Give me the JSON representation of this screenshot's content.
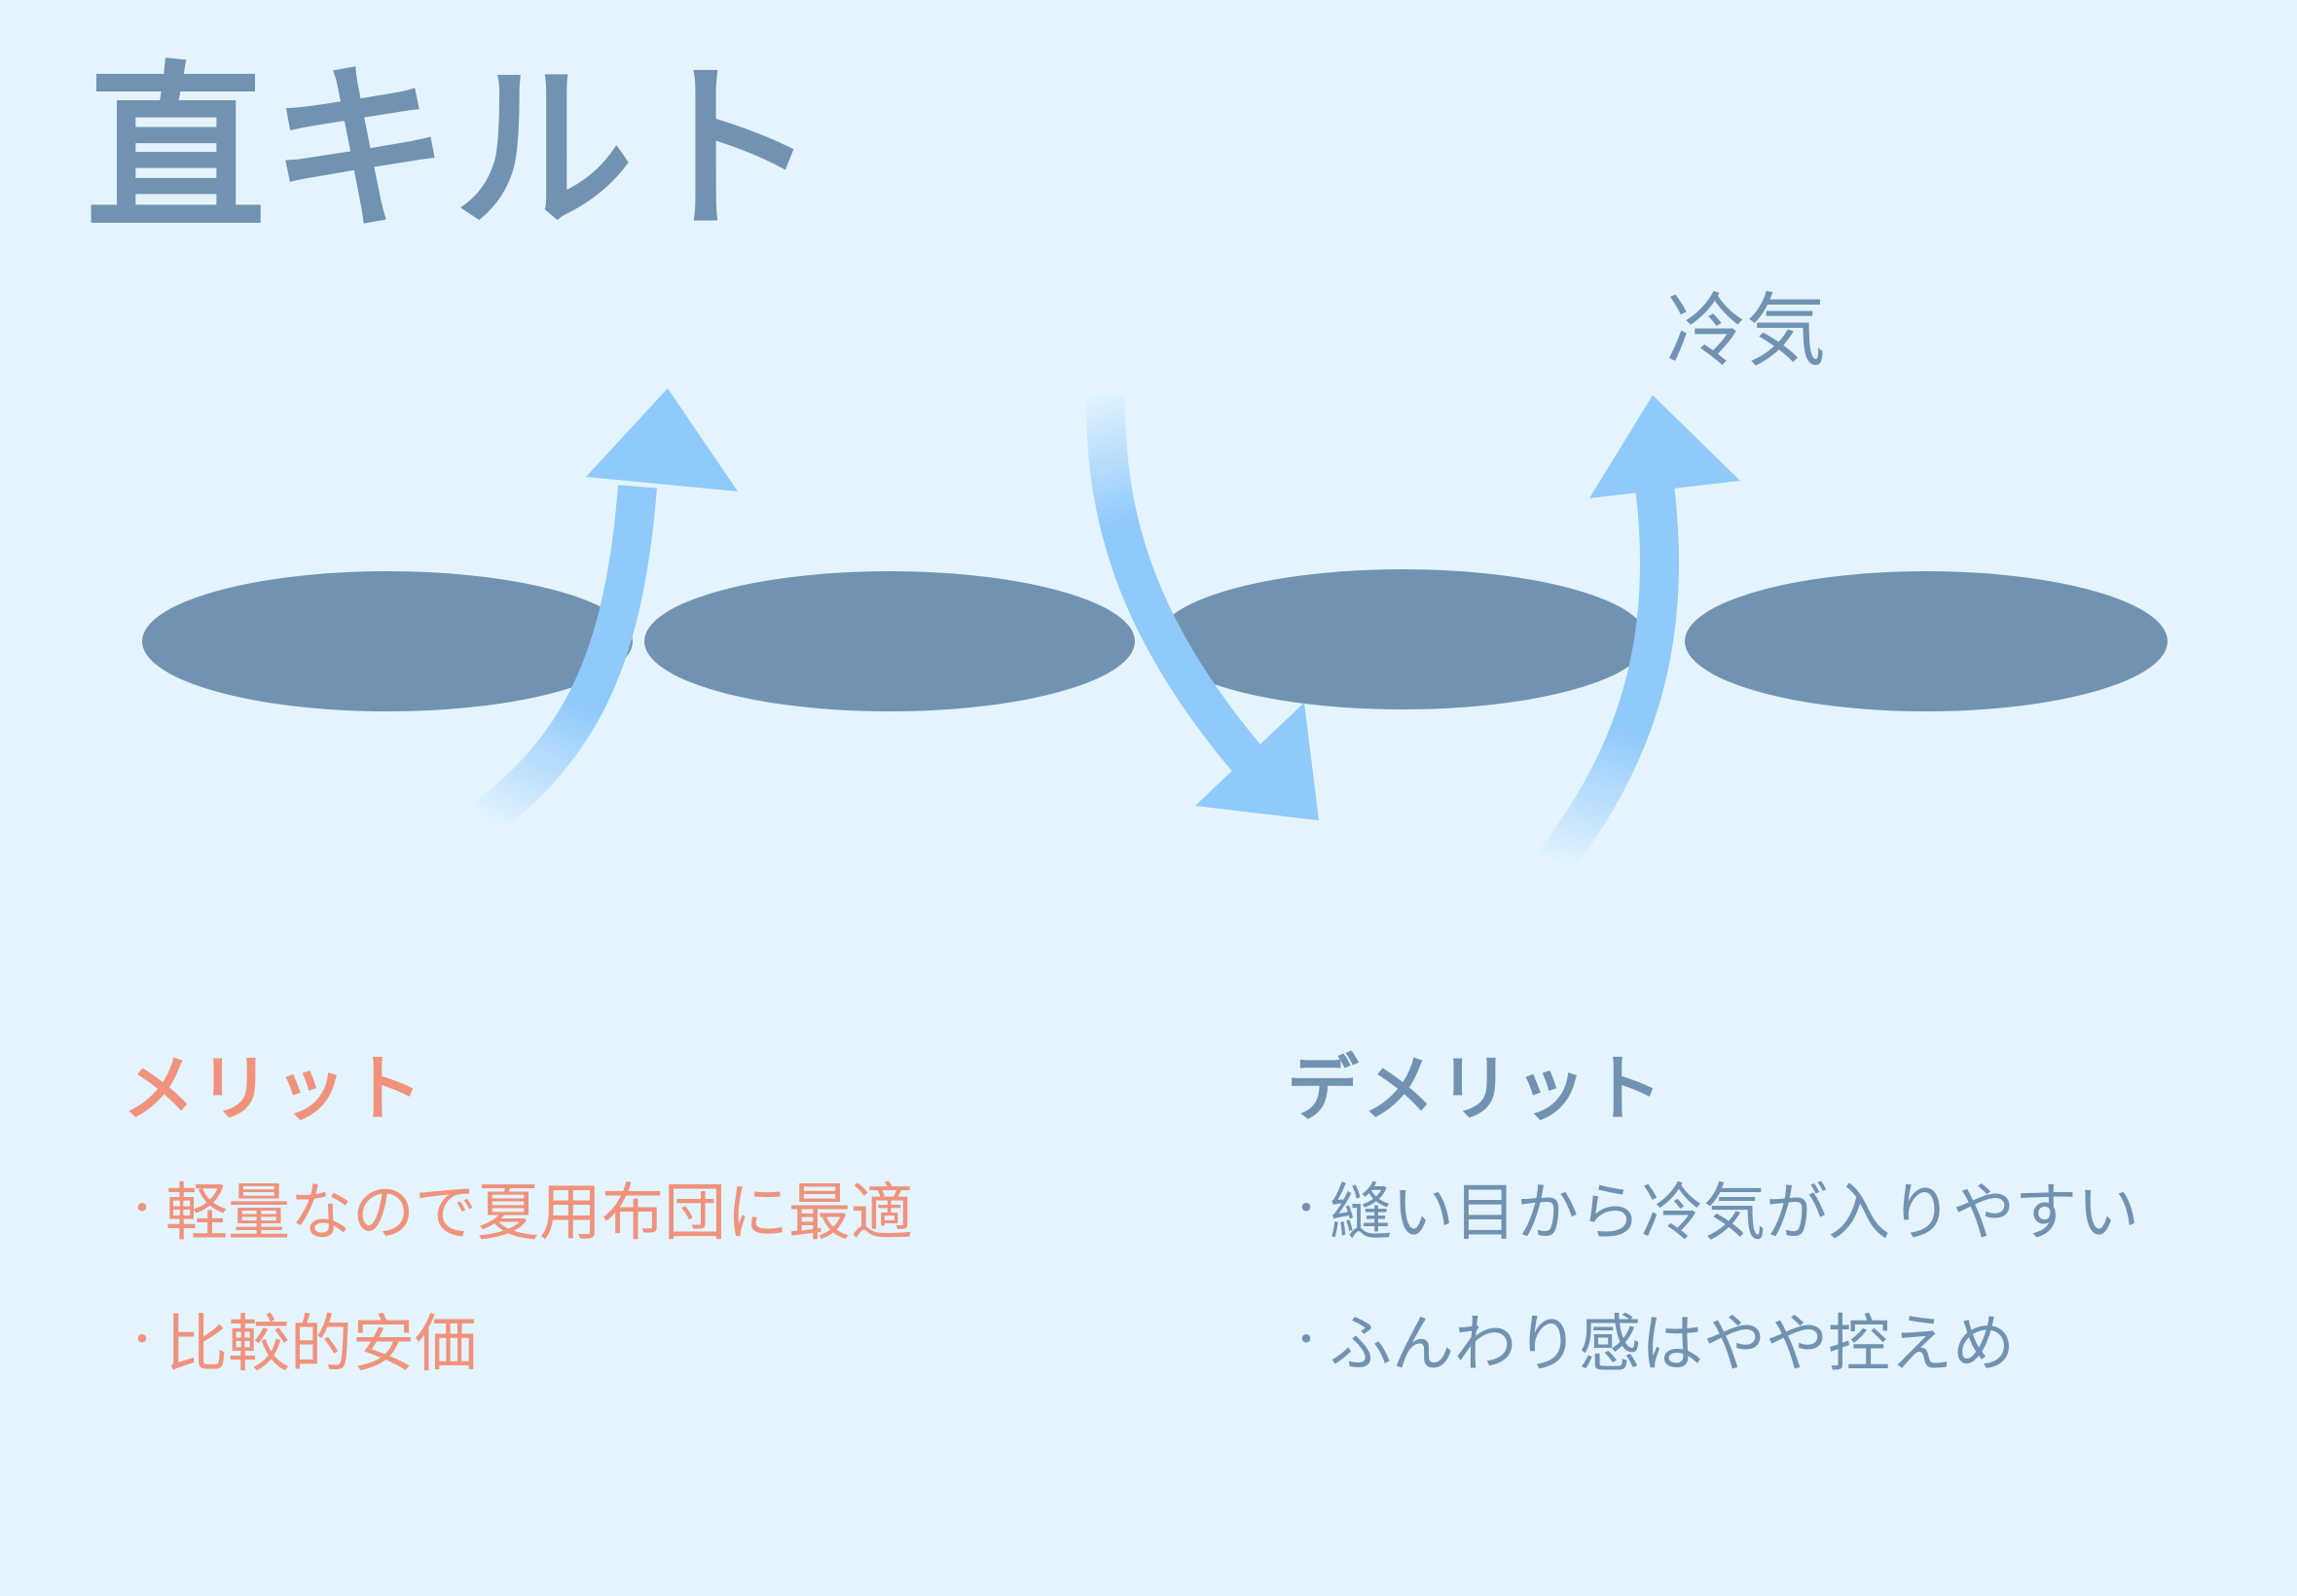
{
  "title": "直キルト",
  "diagram": {
    "air_label": "冷気",
    "colors": {
      "background": "#e3f4fe",
      "quilt": "#7192b0",
      "air_arrow": "#90c9fb"
    },
    "quilt_segments": 4,
    "arrows": [
      "up",
      "down",
      "up"
    ]
  },
  "merit": {
    "heading": "メリット",
    "items": [
      "軽量なので夏用布団に最適",
      "比較的安価"
    ],
    "color": "#f0927c"
  },
  "demerit": {
    "heading": "デメリット",
    "items": [
      "縫い目から冷気が入りやすい",
      "ふんわり感はやや控えめ"
    ],
    "color": "#7192b0"
  },
  "bullet": "・"
}
